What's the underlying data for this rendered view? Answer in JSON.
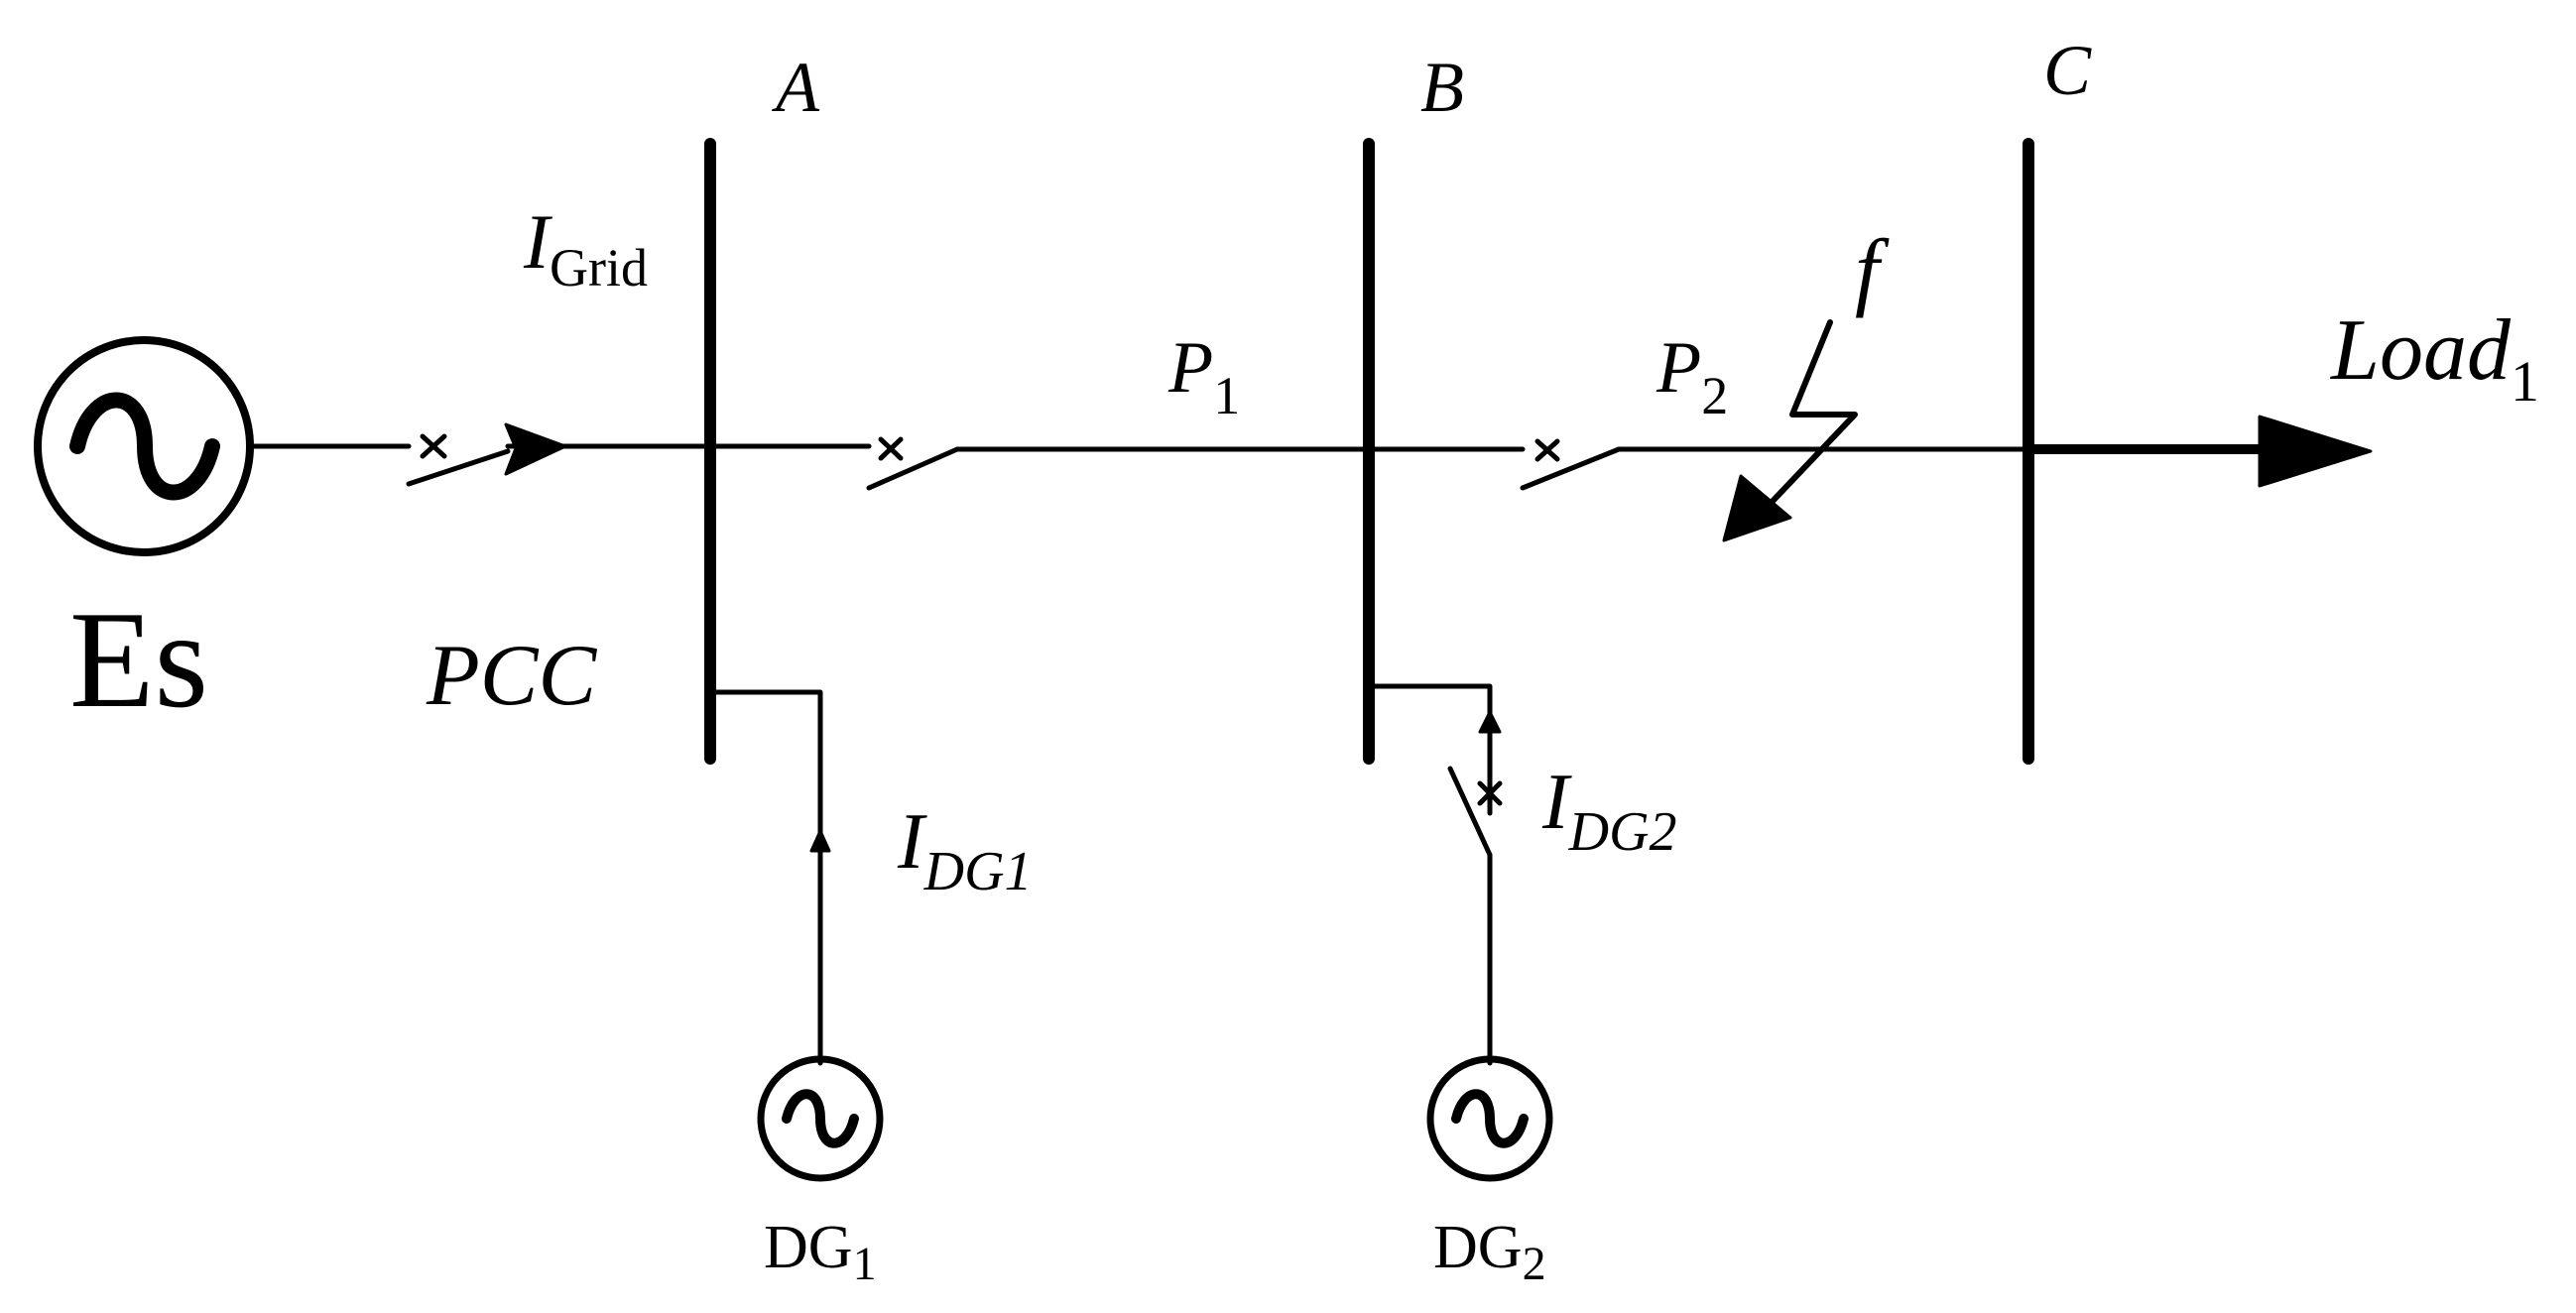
{
  "buses": {
    "a": "A",
    "b": "B",
    "c": "C"
  },
  "labels": {
    "grid_current_main": "I",
    "grid_current_sub": "Grid",
    "pcc": "PCC",
    "source": "Es",
    "p1_main": "P",
    "p1_sub": "1",
    "p2_main": "P",
    "p2_sub": "2",
    "fault": "f",
    "load_main": "Load",
    "load_sub": "1",
    "idg1_main": "I",
    "idg1_sub": "DG1",
    "idg2_main": "I",
    "idg2_sub": "DG2",
    "dg1_main": "DG",
    "dg1_sub": "1",
    "dg2_main": "DG",
    "dg2_sub": "2"
  },
  "icons": {
    "source": "ac-source-icon",
    "breaker": "circuit-breaker-icon",
    "fault": "fault-lightning-icon",
    "load": "load-arrow-icon"
  },
  "colors": {
    "line": "#000000",
    "background": "#ffffff"
  }
}
